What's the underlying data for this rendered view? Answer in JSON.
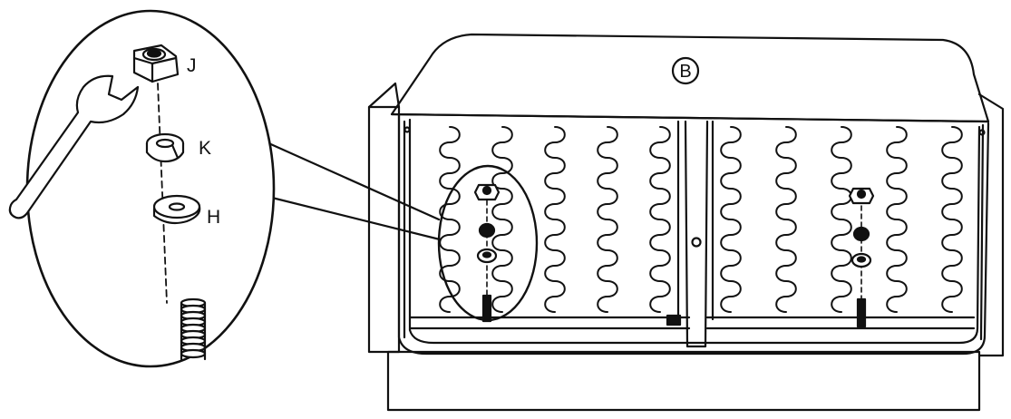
{
  "diagram": {
    "panel_label": "B",
    "callout_labels": {
      "nut": "J",
      "lock_washer": "K",
      "flat_washer": "H"
    },
    "left_seat_springs": 5,
    "right_seat_springs": 5
  },
  "colors": {
    "stroke": "#111111",
    "background": "#ffffff"
  }
}
